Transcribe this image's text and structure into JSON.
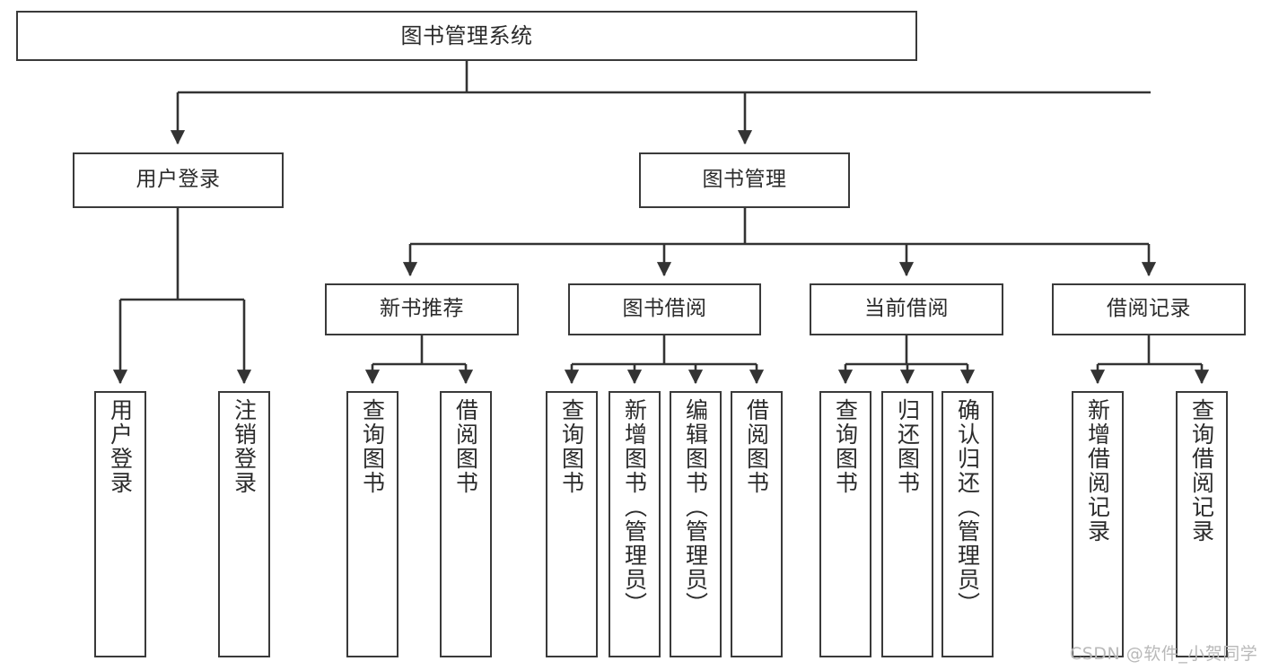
{
  "diagram": {
    "type": "tree",
    "title": "图书管理系统",
    "orientation": "top-down",
    "colors": {
      "node_border": "#3a3a3a",
      "node_fill": "#ffffff",
      "connector": "#333333",
      "text": "#2b2b2b",
      "watermark": "#b9b9b9",
      "background": "#ffffff"
    },
    "nodes": {
      "root": {
        "label": "图书管理系统"
      },
      "level2": [
        {
          "id": "user-login",
          "label": "用户登录"
        },
        {
          "id": "book-manage",
          "label": "图书管理"
        }
      ],
      "level3": [
        {
          "id": "new-book-rec",
          "label": "新书推荐"
        },
        {
          "id": "book-borrow",
          "label": "图书借阅"
        },
        {
          "id": "current-borrow",
          "label": "当前借阅"
        },
        {
          "id": "borrow-record",
          "label": "借阅记录"
        }
      ],
      "leaves": {
        "user_login": [
          {
            "id": "leaf-user-login",
            "label": "用户登录"
          },
          {
            "id": "leaf-logout",
            "label": "注销登录"
          }
        ],
        "new_book_rec": [
          {
            "id": "leaf-query-book-1",
            "label": "查询图书"
          },
          {
            "id": "leaf-borrow-book-1",
            "label": "借阅图书"
          }
        ],
        "book_borrow": [
          {
            "id": "leaf-query-book-2",
            "label": "查询图书"
          },
          {
            "id": "leaf-add-book",
            "label": "新增图书（管理员）"
          },
          {
            "id": "leaf-edit-book",
            "label": "编辑图书（管理员）"
          },
          {
            "id": "leaf-borrow-book-2",
            "label": "借阅图书"
          }
        ],
        "current_borrow": [
          {
            "id": "leaf-query-book-3",
            "label": "查询图书"
          },
          {
            "id": "leaf-return-book",
            "label": "归还图书"
          },
          {
            "id": "leaf-confirm-return",
            "label": "确认归还（管理员）"
          }
        ],
        "borrow_record": [
          {
            "id": "leaf-add-record",
            "label": "新增借阅记录"
          },
          {
            "id": "leaf-query-record",
            "label": "查询借阅记录"
          }
        ]
      }
    }
  },
  "watermark": {
    "text": "CSDN @软件_小贺同学"
  }
}
